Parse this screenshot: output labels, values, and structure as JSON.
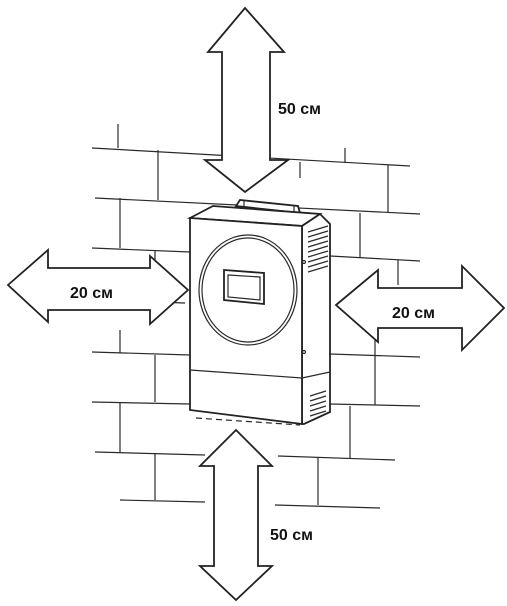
{
  "clearances": {
    "top": "50 см",
    "bottom": "50 см",
    "left": "20 см",
    "right": "20 см"
  },
  "colors": {
    "stroke": "#222222",
    "background": "#ffffff"
  }
}
